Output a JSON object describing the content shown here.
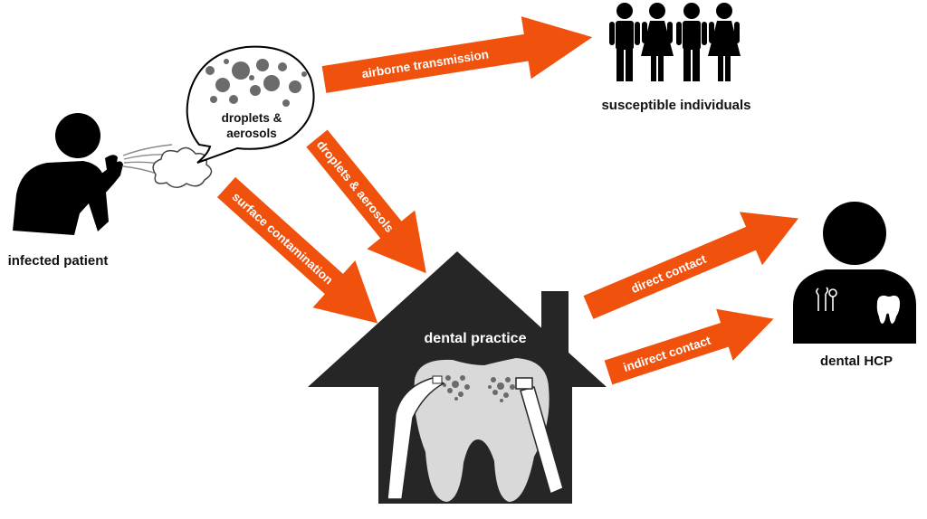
{
  "colors": {
    "arrow": "#f0520e",
    "silhouette": "#000000",
    "house": "#262626",
    "tooth": "#d9d9d9",
    "particles": "#6b6b6b"
  },
  "icons": {
    "patient": "coughing-person-icon",
    "people": "group-of-people-icon",
    "hcp": "dentist-icon",
    "tooth": "tooth-icon",
    "instruments": "dental-instruments-icon"
  },
  "nodes": {
    "patient": "infected patient",
    "bubble_line1": "droplets &",
    "bubble_line2": "aerosols",
    "susceptible": "susceptible individuals",
    "practice": "dental practice",
    "hcp": "dental HCP"
  },
  "arrows": {
    "airborne": "airborne transmission",
    "droplets": "droplets & aerosols",
    "surface": "surface contamination",
    "direct": "direct contact",
    "indirect": "indirect contact"
  }
}
